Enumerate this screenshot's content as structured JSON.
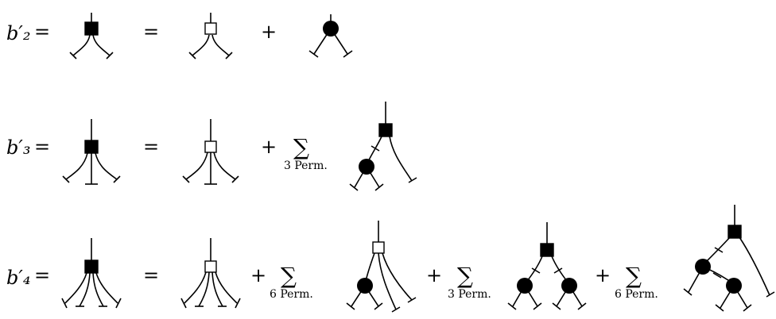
{
  "equations": [
    {
      "lhs": "b′₂",
      "equals": "=",
      "terms": [
        {
          "op": "="
        },
        {
          "op": "+"
        }
      ]
    },
    {
      "lhs": "b′₃",
      "equals": "=",
      "terms": [
        {
          "op": "="
        },
        {
          "op": "+",
          "sum": "∑",
          "perm": "3 Perm."
        }
      ]
    },
    {
      "lhs": "b′₄",
      "equals": "=",
      "terms": [
        {
          "op": "="
        },
        {
          "op": "+",
          "sum": "∑",
          "perm": "6 Perm."
        },
        {
          "op": "+",
          "sum": "∑",
          "perm": "3 Perm."
        },
        {
          "op": "+",
          "sum": "∑",
          "perm": "6 Perm."
        }
      ]
    }
  ]
}
